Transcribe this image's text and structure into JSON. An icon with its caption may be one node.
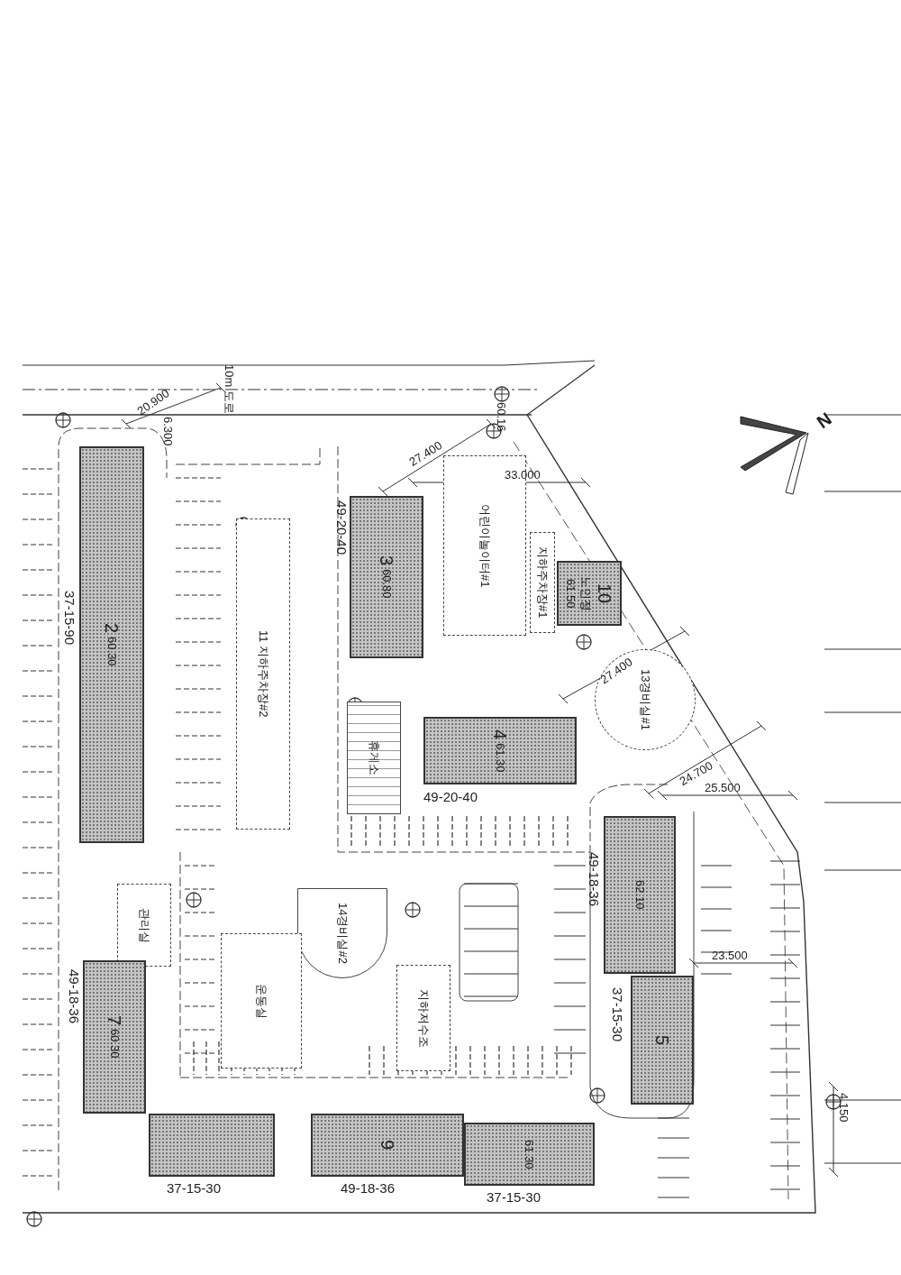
{
  "diagram": {
    "nodes": [
      {
        "text": [
          "2",
          "60.30"
        ],
        "beside": [
          "37-15-90"
        ]
      },
      {
        "text": [
          "3",
          "60.80"
        ],
        "beside": [
          "49-20-40"
        ]
      },
      {
        "text": [
          "어린이놀이터#1"
        ]
      },
      {
        "text": [
          "지하주차장#1"
        ]
      },
      {
        "text": [
          "10",
          "노인정",
          "61.50"
        ]
      },
      {
        "text": [
          "13경비실#1"
        ]
      },
      {
        "text": [
          "휴게소"
        ]
      },
      {
        "text": [
          "4",
          "61.30"
        ],
        "beside": [
          "49-20-40"
        ]
      },
      {
        "text": [
          "11 지하주차장#2"
        ]
      },
      {
        "text": [
          "62.10"
        ],
        "beside": [
          "49-18-36"
        ]
      },
      {
        "text": [
          "5"
        ],
        "beside": [
          "37-15-30"
        ]
      },
      {
        "text": [
          "관리실"
        ]
      },
      {
        "text": [
          "14경비실#2"
        ]
      },
      {
        "text": [
          "운동실"
        ]
      },
      {
        "text": [
          "지하저수조"
        ]
      },
      {
        "text": [
          "7",
          "60.30"
        ],
        "beside": [
          "49-18-36"
        ]
      },
      {
        "text": [],
        "shape": "box",
        "beside": [
          "37-15-30"
        ]
      },
      {
        "text": [
          "9"
        ],
        "beside": [
          "49-18-36"
        ]
      },
      {
        "text": [
          "61.30"
        ],
        "beside": [
          "37-15-30"
        ]
      }
    ],
    "labels": [
      "20.900",
      "6.300",
      "10m 도로",
      "27.400",
      "60.16",
      "33.000",
      "27.400",
      "24.700",
      "25.500",
      "23.500",
      "4.150",
      "N"
    ]
  }
}
